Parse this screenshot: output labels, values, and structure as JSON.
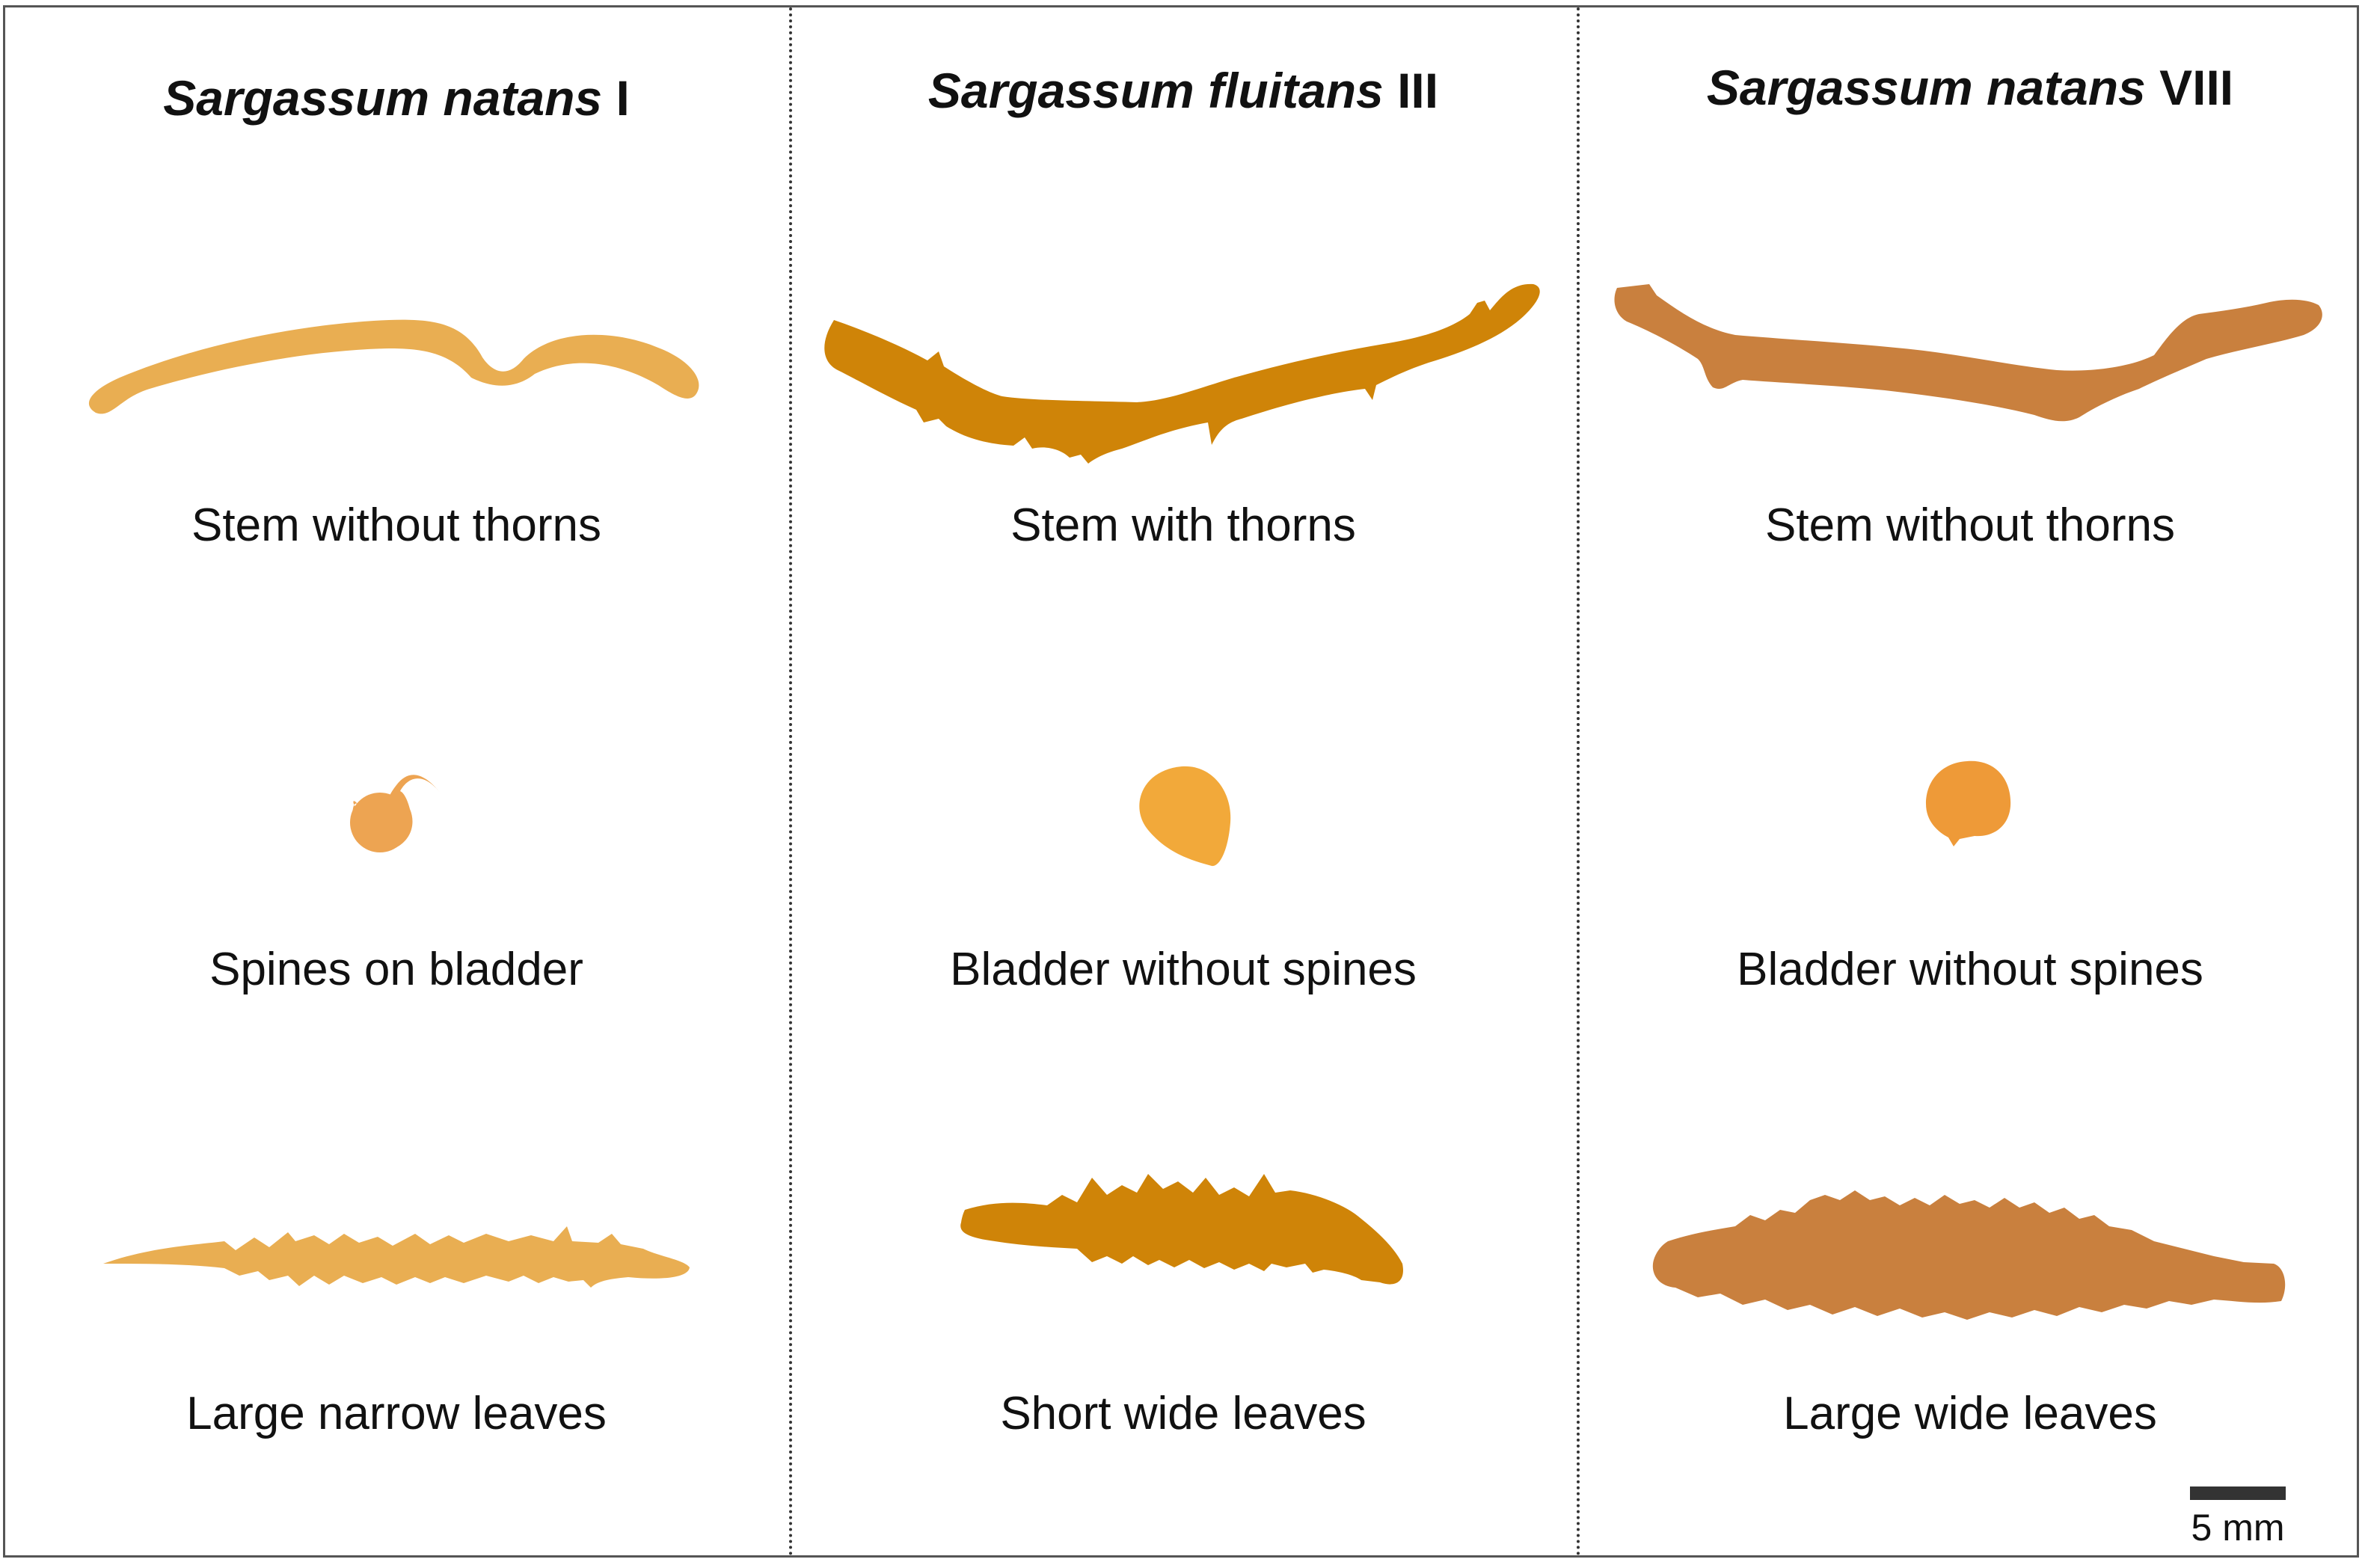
{
  "colors": {
    "natans_i": "#E9AE52",
    "fluitans_iii": "#CF8408",
    "natans_viii": "#C9803E",
    "bladder_i": "#EDA452",
    "bladder_iii": "#F2A93A",
    "bladder_viii": "#EE9A38",
    "scale": "#333333",
    "border": "#555555"
  },
  "columns": [
    {
      "title_species": "Sargassum natans",
      "title_type": "I",
      "stem_label": "Stem without thorns",
      "bladder_label": "Spines on bladder",
      "leaves_label": "Large narrow leaves"
    },
    {
      "title_species": "Sargassum fluitans",
      "title_type": "III",
      "stem_label": "Stem with thorns",
      "bladder_label": "Bladder without spines",
      "leaves_label": "Short wide leaves"
    },
    {
      "title_species": "Sargassum natans",
      "title_type": "VIII",
      "stem_label": "Stem without thorns",
      "bladder_label": "Bladder without spines",
      "leaves_label": "Large wide leaves"
    }
  ],
  "scale_bar": {
    "label": "5 mm"
  }
}
